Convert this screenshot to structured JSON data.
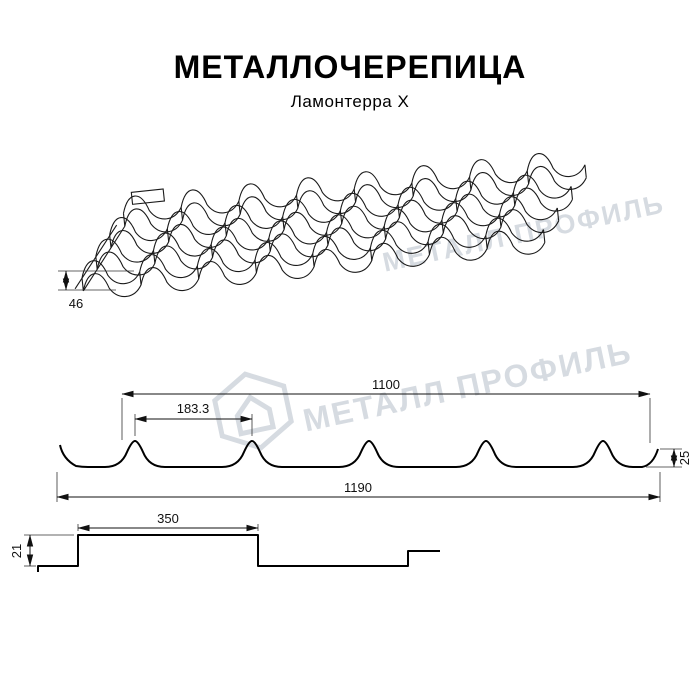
{
  "header": {
    "title": "МЕТАЛЛОЧЕРЕПИЦА",
    "subtitle": "Ламонтерра X"
  },
  "watermark": {
    "text": "МЕТАЛЛ ПРОФИЛЬ",
    "color": "#d6dbe1",
    "logo_icon": "metall-profil-hexagon-house"
  },
  "dims": {
    "eave_step_height": "46",
    "cover_width": "1100",
    "wave_pitch": "183.3",
    "profile_height": "25",
    "overall_width": "1190",
    "module_length": "350",
    "step_height": "21"
  },
  "style": {
    "line_color": "#000000",
    "background": "#ffffff"
  }
}
